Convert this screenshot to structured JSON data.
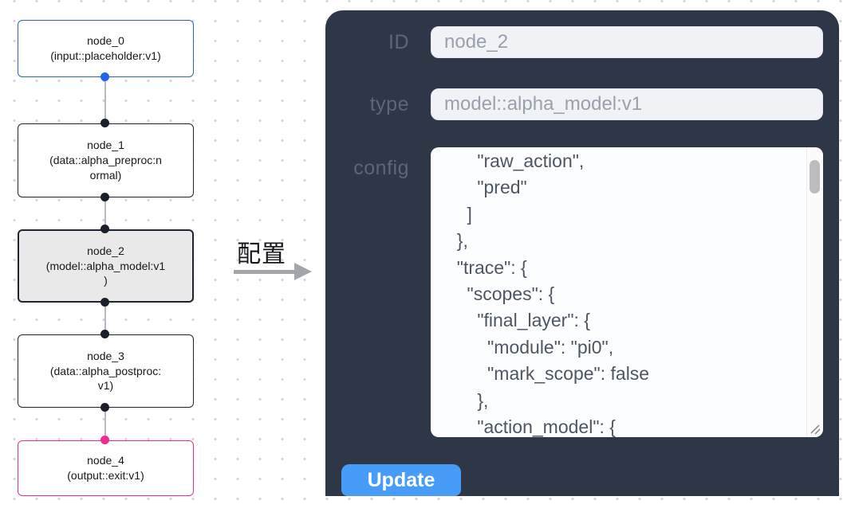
{
  "flow": {
    "nodes": [
      {
        "id": "node_0",
        "lines": [
          "node_0",
          "(input::placeholder:v1)"
        ],
        "border_color": "#2b63c6",
        "selected": false
      },
      {
        "id": "node_1",
        "lines": [
          "node_1",
          "(data::alpha_preproc:n",
          "ormal)"
        ],
        "border_color": "#20242e",
        "selected": false
      },
      {
        "id": "node_2",
        "lines": [
          "node_2",
          "(model::alpha_model:v1",
          ")"
        ],
        "border_color": "#20242e",
        "selected": true
      },
      {
        "id": "node_3",
        "lines": [
          "node_3",
          "(data::alpha_postproc:",
          "v1)"
        ],
        "border_color": "#20242e",
        "selected": false
      },
      {
        "id": "node_4",
        "lines": [
          "node_4",
          "(output::exit:v1)"
        ],
        "border_color": "#ed2d92",
        "selected": false
      }
    ]
  },
  "transition": {
    "label": "配置"
  },
  "panel": {
    "fields": [
      {
        "label": "ID",
        "value": "node_2"
      },
      {
        "label": "type",
        "value": "model::alpha_model:v1"
      }
    ],
    "config": {
      "label": "config",
      "text": "      \"raw_action\",\n      \"pred\"\n    ]\n  },\n  \"trace\": {\n    \"scopes\": {\n      \"final_layer\": {\n        \"module\": \"pi0\",\n        \"mark_scope\": false\n      },\n      \"action_model\": {"
    },
    "update_label": "Update"
  },
  "colors": {
    "panel_bg": "#2e3748",
    "button_blue": "#479cf8",
    "node_default_border": "#20242e",
    "node_input_border": "#2b63c6",
    "node_output_border": "#ed2d92",
    "selected_node_bg": "#e9e9e9",
    "handle_blue": "#2563eb",
    "handle_black": "#1b1f2a",
    "handle_pink": "#ed2d92",
    "edge_gray": "#b6bac0",
    "input_text_gray": "#99a1ad",
    "code_text": "#4d5664"
  }
}
